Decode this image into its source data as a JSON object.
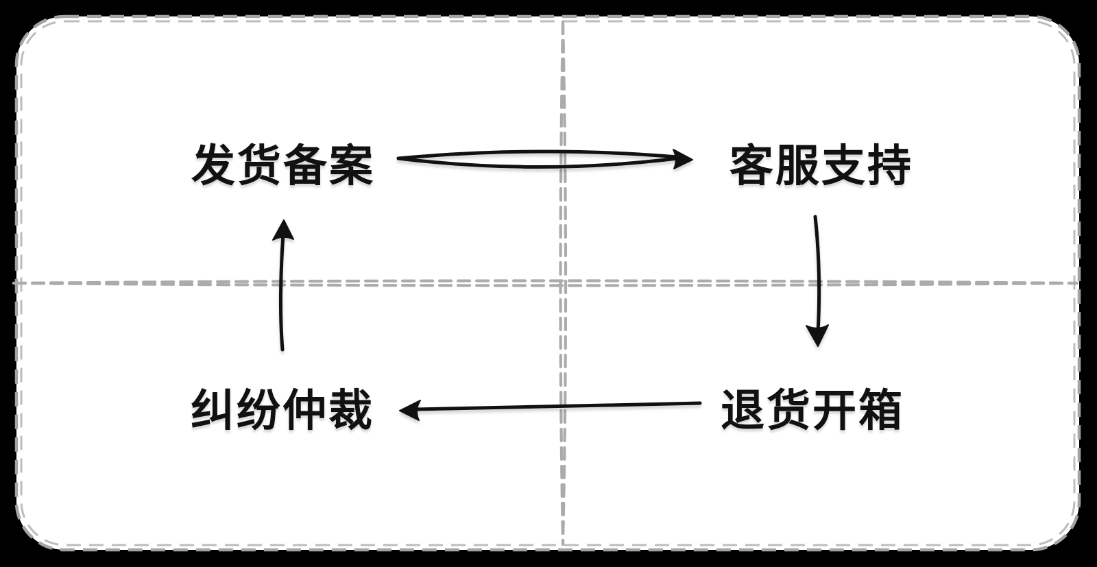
{
  "diagram": {
    "type": "flow-cycle",
    "style": "hand-drawn-sketch",
    "colors": {
      "background": "#000000",
      "panel": "#ffffff",
      "dashed_lines": "#aaaaaa",
      "ink": "#111111"
    },
    "panel": {
      "shape": "rounded-rectangle",
      "border": "double-dashed",
      "quadrants": 4,
      "divider_style": "double-dashed"
    },
    "nodes": [
      {
        "label": "发货备案",
        "position": "top-left"
      },
      {
        "label": "客服支持",
        "position": "top-right"
      },
      {
        "label": "退货开箱",
        "position": "bottom-right"
      },
      {
        "label": "纠纷仲裁",
        "position": "bottom-left"
      }
    ],
    "edges": [
      {
        "from": "发货备案",
        "to": "客服支持",
        "direction": "right",
        "shape": "double-line-lens"
      },
      {
        "from": "客服支持",
        "to": "退货开箱",
        "direction": "down",
        "shape": "straight"
      },
      {
        "from": "退货开箱",
        "to": "纠纷仲裁",
        "direction": "left",
        "shape": "slight-curve"
      },
      {
        "from": "纠纷仲裁",
        "to": "发货备案",
        "direction": "up",
        "shape": "straight"
      }
    ]
  }
}
